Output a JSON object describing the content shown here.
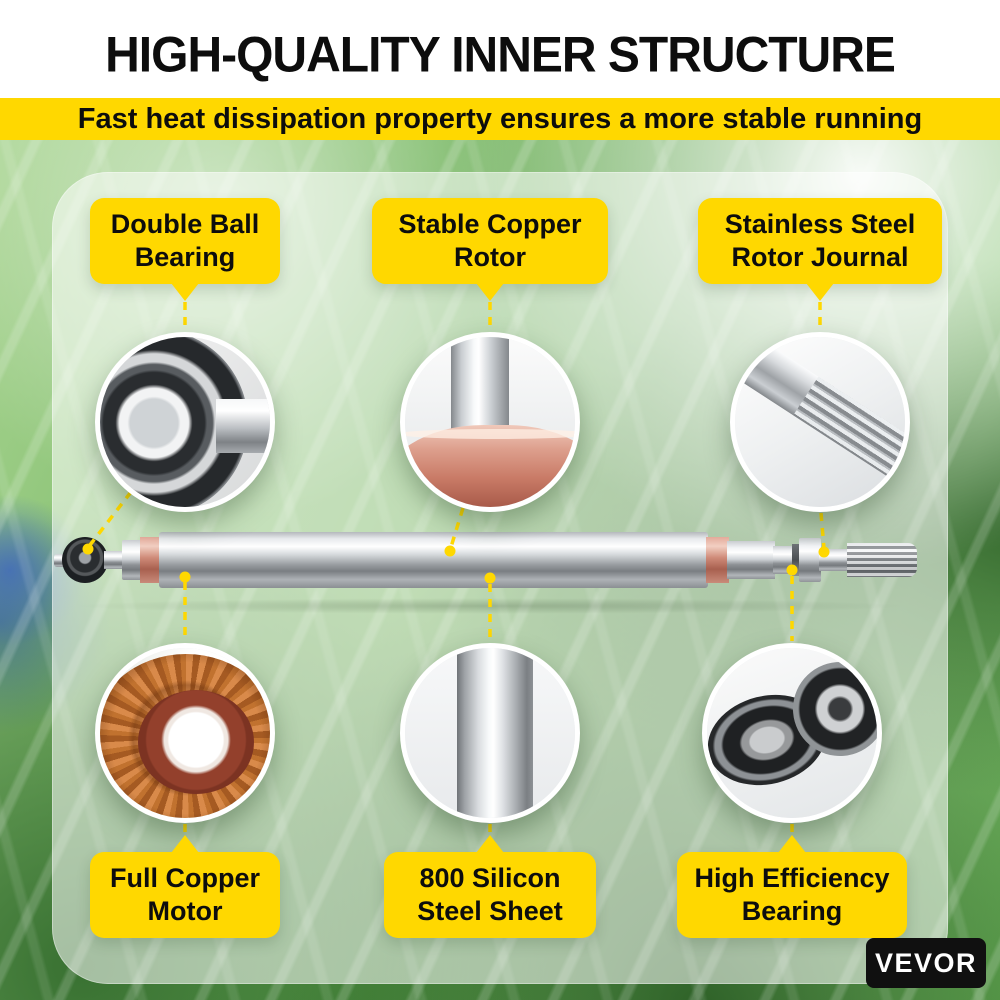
{
  "header": {
    "title": "HIGH-QUALITY INNER STRUCTURE",
    "banner": "Fast heat dissipation property ensures a more stable running"
  },
  "callouts": {
    "top": [
      {
        "label": "Double Ball Bearing"
      },
      {
        "label": "Stable Copper Rotor"
      },
      {
        "label": "Stainless Steel Rotor Journal"
      }
    ],
    "bottom": [
      {
        "label": "Full Copper Motor"
      },
      {
        "label": "800 Silicon Steel Sheet"
      },
      {
        "label": "High Efficiency Bearing"
      }
    ]
  },
  "brand": {
    "logo_text": "VEVOR"
  },
  "colors": {
    "accent_yellow": "#FFD800",
    "text_black": "#0d0d0d",
    "copper": "#c97b67",
    "greenery": "#5ba04b"
  }
}
